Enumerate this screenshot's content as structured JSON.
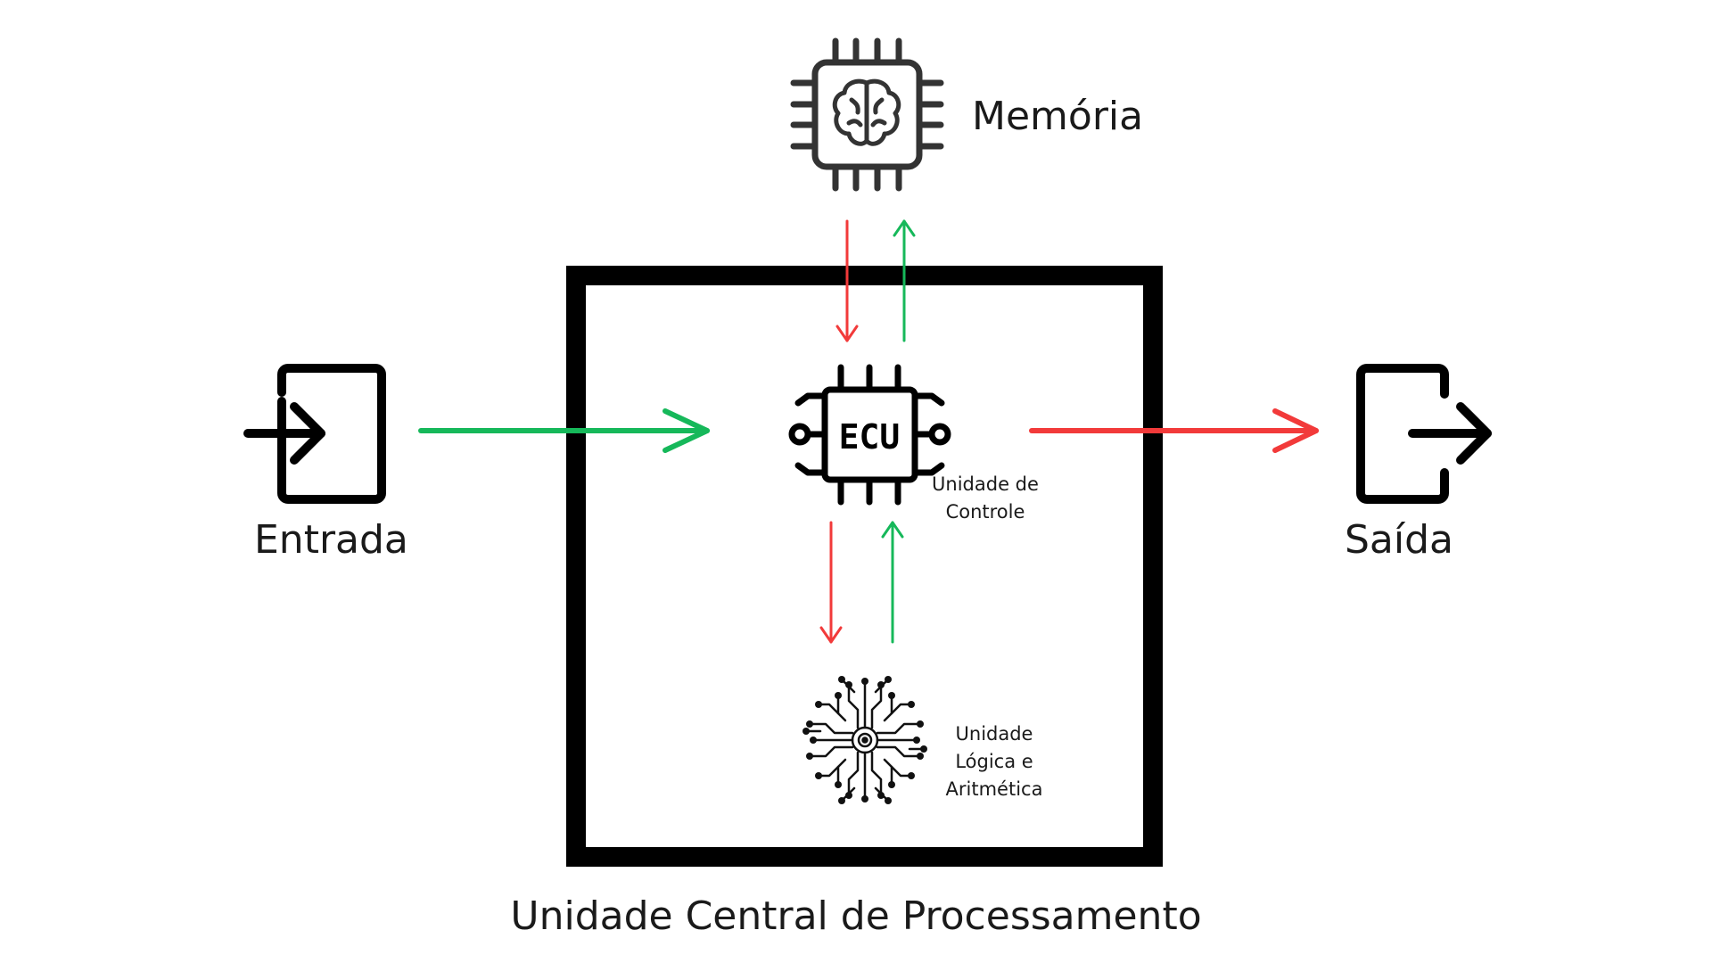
{
  "labels": {
    "memory": "Memória",
    "input": "Entrada",
    "output": "Saída",
    "cpu": "Unidade Central de Processamento",
    "control_unit": "Unidade de Controle",
    "alu": "Unidade Lógica e Aritmética",
    "ecu_chip_text": "ECU"
  },
  "icons": {
    "memory": "brain-chip-icon",
    "input": "sign-in-icon",
    "output": "sign-out-icon",
    "control_unit": "ecu-chip-icon",
    "alu": "circuit-icon"
  },
  "colors": {
    "input_flow": "#16b85a",
    "output_flow": "#f23a3a",
    "outline": "#000000",
    "icon_stroke": "#333333"
  }
}
